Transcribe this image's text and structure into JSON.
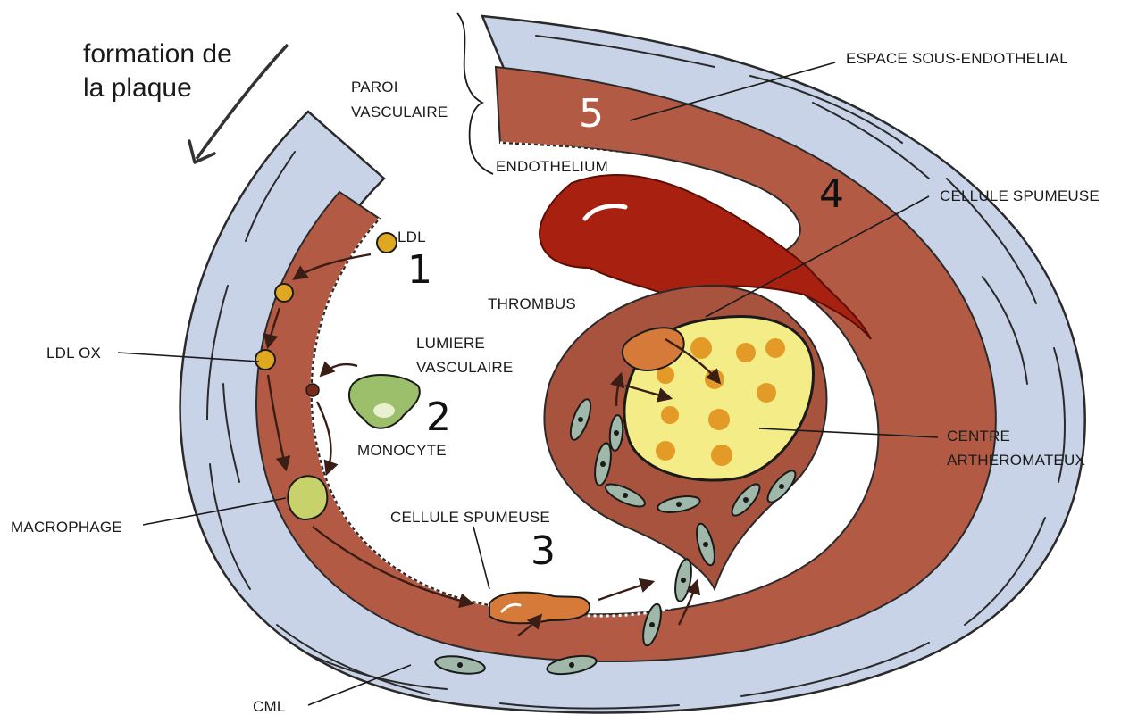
{
  "title": {
    "line1": "formation de",
    "line2": "la plaque"
  },
  "labels": {
    "paroi_line1": "PAROI",
    "paroi_line2": "VASCULAIRE",
    "espace": "ESPACE SOUS-ENDOTHELIAL",
    "endothelium": "ENDOTHELIUM",
    "cellule_spumeuse_top": "CELLULE SPUMEUSE",
    "ldl": "LDL",
    "thrombus": "THROMBUS",
    "ldl_ox": "LDL OX",
    "lumiere_line1": "LUMIERE",
    "lumiere_line2": "VASCULAIRE",
    "monocyte": "MONOCYTE",
    "centre_line1": "CENTRE",
    "centre_line2": "ARTHEROMATEUX",
    "macrophage": "MACROPHAGE",
    "cellule_spumeuse_mid": "CELLULE SPUMEUSE",
    "cml": "CML"
  },
  "steps": [
    "1",
    "2",
    "3",
    "4",
    "5"
  ],
  "colors": {
    "adventitia": "#c9d3e8",
    "intima": "#b35a45",
    "thrombus": "#a8200f",
    "core": "#f4ec86",
    "lipid": "#e39a26",
    "monocyte": "#9bbf6a",
    "foam": "#d67a3a",
    "cml": "#9fb8aa"
  }
}
